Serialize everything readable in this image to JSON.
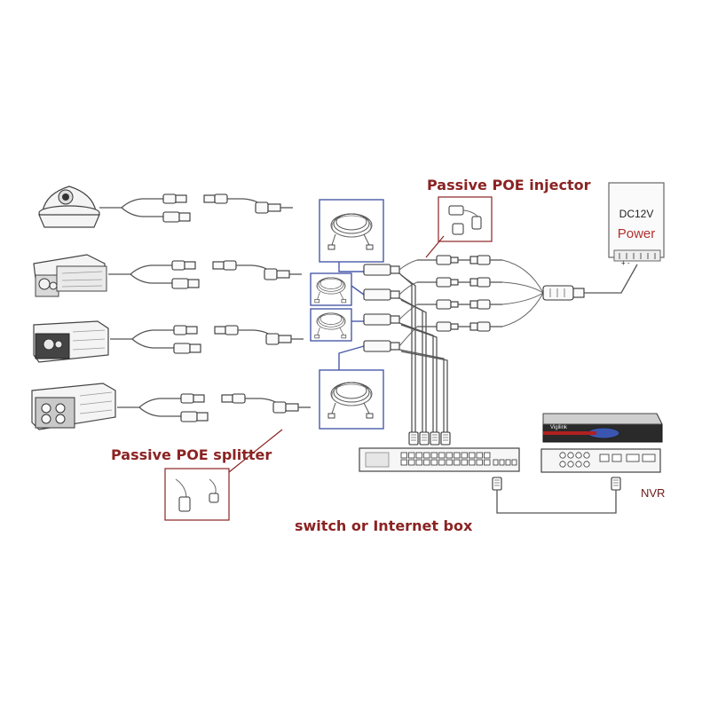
{
  "labels": {
    "injector": "Passive POE injector",
    "splitter": "Passive POE splitter",
    "switch": "switch or Internet box",
    "psu_voltage": "DC12V",
    "psu_power": "Power",
    "nvr": "NVR",
    "nvr_brand": "Vigilink"
  },
  "colors": {
    "label_red": "#8b2323",
    "power_text": "#b03030",
    "nvr_text": "#6b1a1a",
    "cable_group_box": "#4a5aa8"
  },
  "icons": [
    "dome-camera-icon",
    "bullet-camera-icon",
    "box-camera-icon",
    "large-bullet-camera-icon",
    "cable-coil-icon",
    "switch-icon",
    "nvr-icon",
    "power-supply-icon"
  ]
}
